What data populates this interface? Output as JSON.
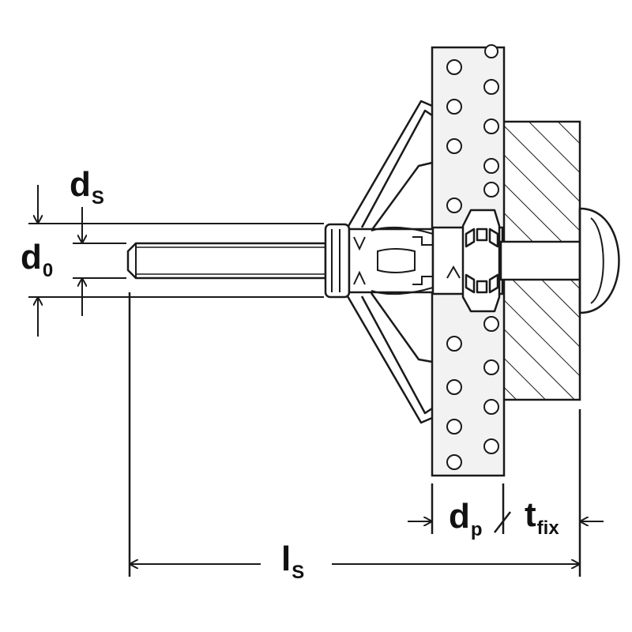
{
  "labels": {
    "ds": {
      "main": "d",
      "sub": "S"
    },
    "d0": {
      "main": "d",
      "sub": "0"
    },
    "dp": {
      "main": "d",
      "sub": "p"
    },
    "tfix": {
      "main": "t",
      "sub": "fix"
    },
    "ls": {
      "main": "l",
      "sub": "S"
    }
  },
  "colors": {
    "line": "#1a1a1a",
    "panel_fill": "#f2f2f2",
    "fixture_fill": "#ffffff",
    "background": "#ffffff"
  }
}
